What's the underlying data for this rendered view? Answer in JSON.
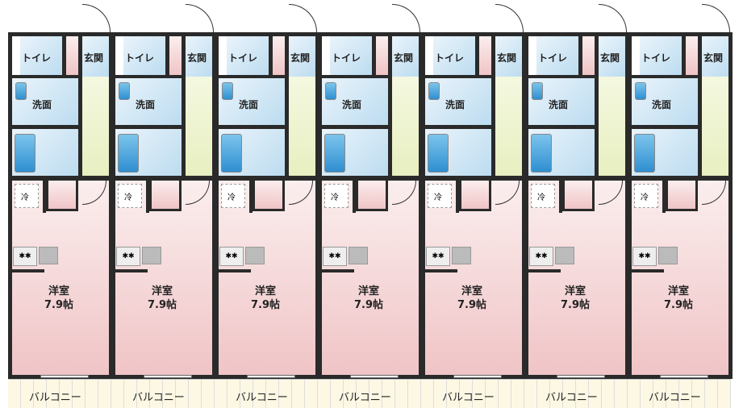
{
  "floor_plan": {
    "units": [
      {
        "toilet": "トイレ",
        "entrance": "玄関",
        "washroom": "洗面",
        "fridge": "冷",
        "room": "洋室",
        "room_size": "7.9帖",
        "balcony": "バルコニー"
      },
      {
        "toilet": "トイレ",
        "entrance": "玄関",
        "washroom": "洗面",
        "fridge": "冷",
        "room": "洋室",
        "room_size": "7.9帖",
        "balcony": "バルコニー"
      },
      {
        "toilet": "トイレ",
        "entrance": "玄関",
        "washroom": "洗面",
        "fridge": "冷",
        "room": "洋室",
        "room_size": "7.9帖",
        "balcony": "バルコニー"
      },
      {
        "toilet": "トイレ",
        "entrance": "玄関",
        "washroom": "洗面",
        "fridge": "冷",
        "room": "洋室",
        "room_size": "7.9帖",
        "balcony": "バルコニー"
      },
      {
        "toilet": "トイレ",
        "entrance": "玄関",
        "washroom": "洗面",
        "fridge": "冷",
        "room": "洋室",
        "room_size": "7.9帖",
        "balcony": "バルコニー"
      },
      {
        "toilet": "トイレ",
        "entrance": "玄関",
        "washroom": "洗面",
        "fridge": "冷",
        "room": "洋室",
        "room_size": "7.9帖",
        "balcony": "バルコニー"
      },
      {
        "toilet": "トイレ",
        "entrance": "玄関",
        "washroom": "洗面",
        "fridge": "冷",
        "room": "洋室",
        "room_size": "7.9帖",
        "balcony": "バルコニー"
      }
    ]
  }
}
